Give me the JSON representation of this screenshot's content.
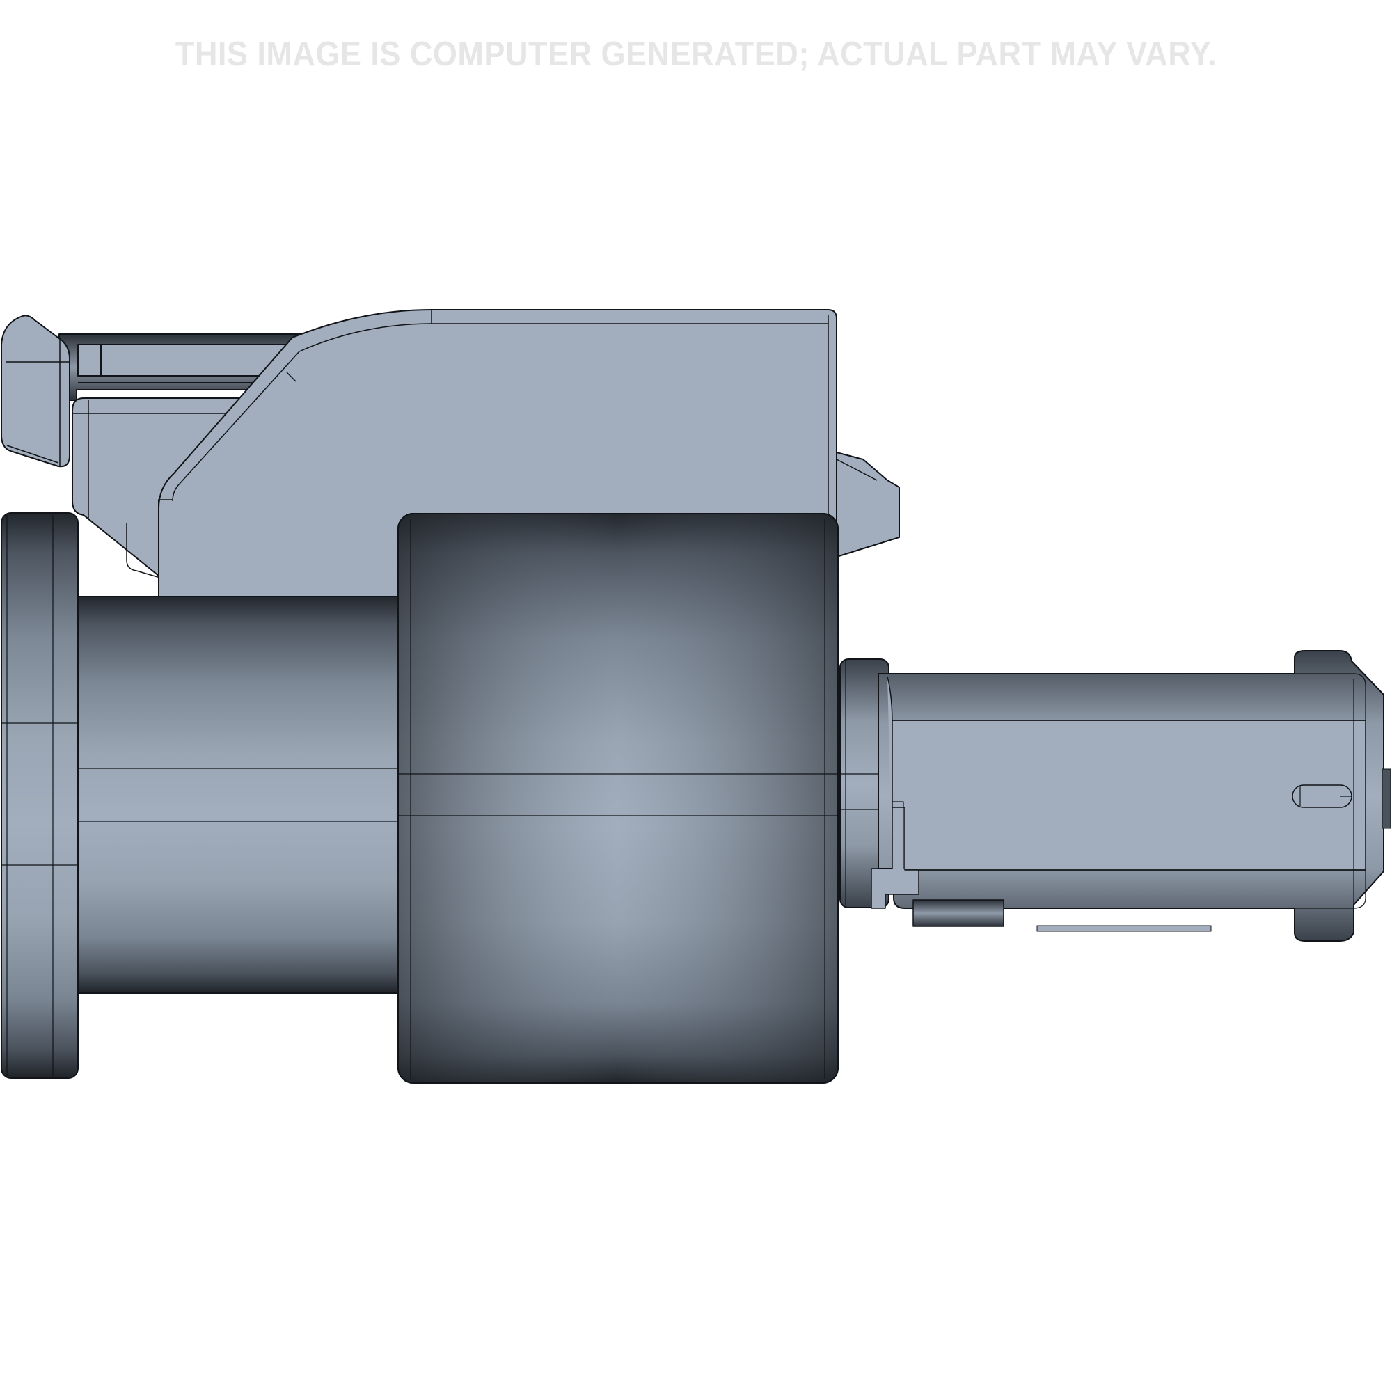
{
  "disclaimer": {
    "text": "THIS IMAGE IS COMPUTER GENERATED; ACTUAL PART MAY VARY.",
    "color": "#e6e6e6"
  },
  "drawing": {
    "subject": "connector housing, side view",
    "colors": {
      "body_fill": "#a2aebd",
      "shade_dark": "#2a2f36",
      "shade_mid": "#7d8896",
      "outline": "#111418",
      "background": "#ffffff"
    },
    "parts": [
      {
        "name": "left-flange"
      },
      {
        "name": "rear-shaft"
      },
      {
        "name": "main-cylinder"
      },
      {
        "name": "top-latch-housing"
      },
      {
        "name": "latch-lever"
      },
      {
        "name": "side-ramp"
      },
      {
        "name": "front-flange"
      },
      {
        "name": "front-plug-body"
      },
      {
        "name": "front-slot"
      }
    ]
  }
}
